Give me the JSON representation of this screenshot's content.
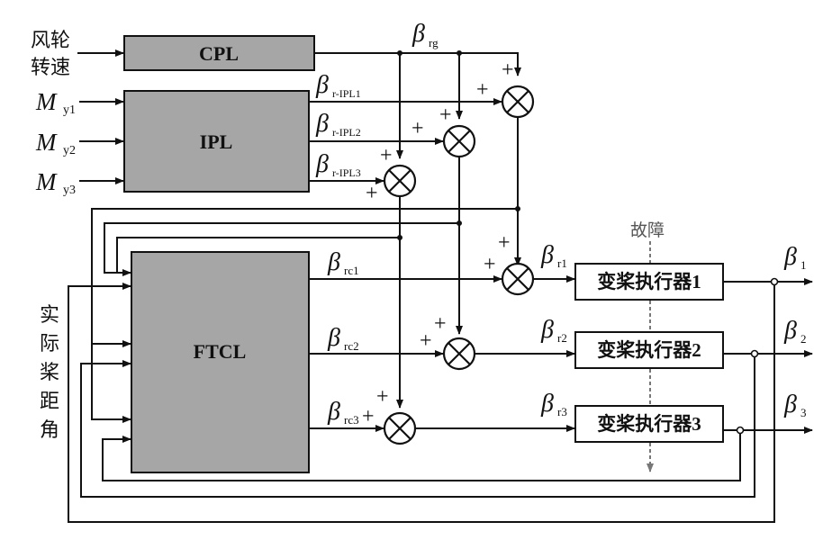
{
  "inputs": {
    "wind_speed_line1": "风轮",
    "wind_speed_line2": "转速",
    "M": "M",
    "y1": "y1",
    "y2": "y2",
    "y3": "y3"
  },
  "blocks": {
    "cpl": "CPL",
    "ipl": "IPL",
    "ftcl": "FTCL",
    "actuator1": "变桨执行器1",
    "actuator2": "变桨执行器2",
    "actuator3": "变桨执行器3"
  },
  "signals": {
    "beta": "β",
    "rg": "rg",
    "r_ipl1": "r-IPL1",
    "r_ipl2": "r-IPL2",
    "r_ipl3": "r-IPL3",
    "rc1": "rc1",
    "rc2": "rc2",
    "rc3": "rc3",
    "r1": "r1",
    "r2": "r2",
    "r3": "r3",
    "out1": "1",
    "out2": "2",
    "out3": "3",
    "plus": "+"
  },
  "fault_label": "故障",
  "actual_pitch": [
    "实",
    "际",
    "桨",
    "距",
    "角"
  ]
}
